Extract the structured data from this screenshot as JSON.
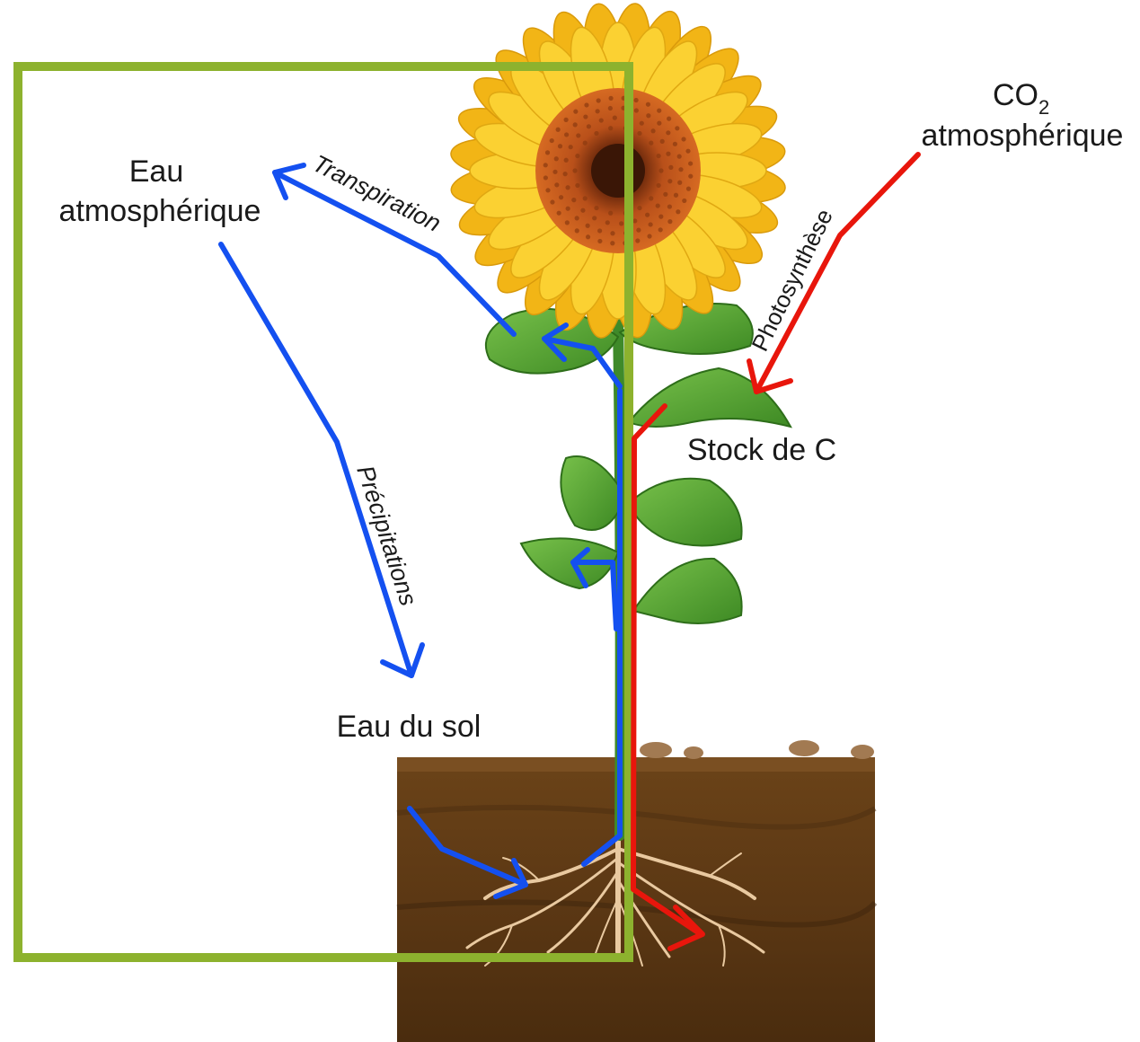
{
  "labels": {
    "eau_atmospherique_line1": "Eau",
    "eau_atmospherique_line2": "atmosphérique",
    "transpiration": "Transpiration",
    "precipitations": "Précipitations",
    "eau_du_sol": "Eau du sol",
    "co2_main": "CO",
    "co2_sub": "2",
    "co2_line2": "atmosphérique",
    "photosynthese": "Photosynthèse",
    "stock_de_c": "Stock de C"
  },
  "colors": {
    "water_flow": "#1450f0",
    "carbon_flow": "#e8160c",
    "system_boundary": "#8db22e",
    "soil": "#5e3a14",
    "petal": "#f7c51a",
    "flower_center": "#c9581a",
    "leaf": "#4e9a2c",
    "stem": "#3f8a2a",
    "root": "#e9c9a0"
  },
  "icons": [
    "sunflower-illustration",
    "soil-block",
    "root-system"
  ]
}
